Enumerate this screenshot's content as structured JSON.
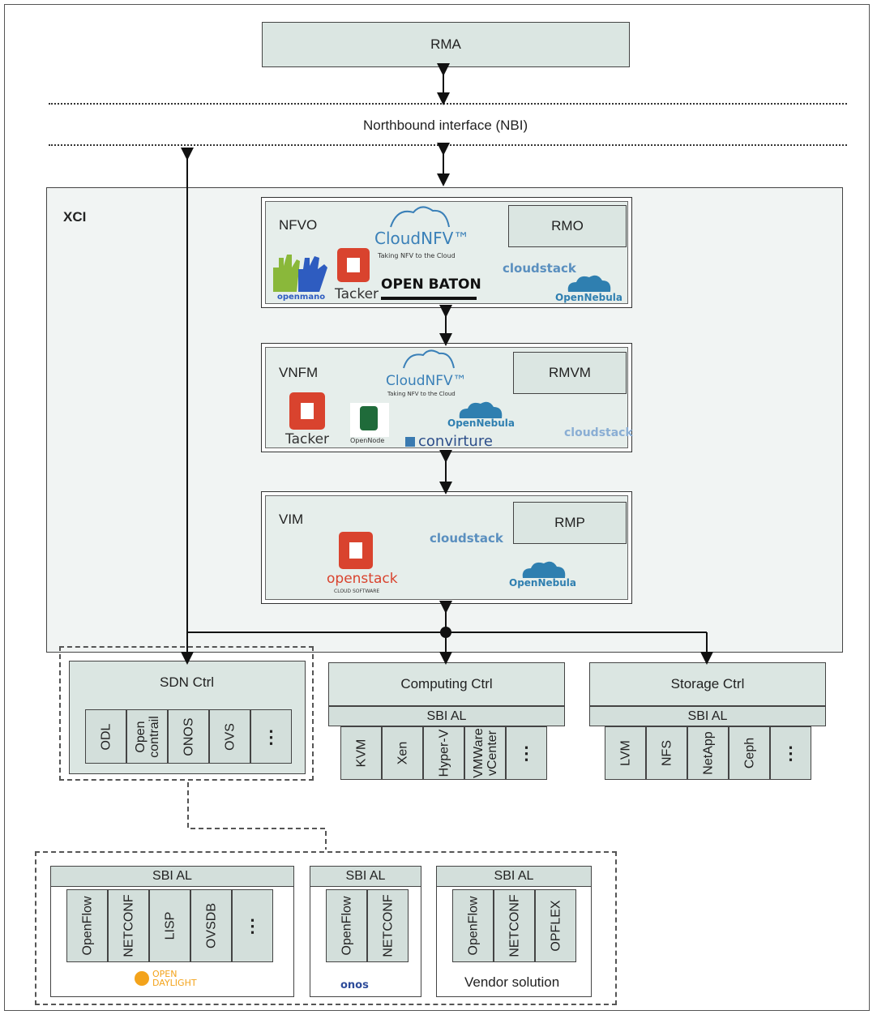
{
  "rma": "RMA",
  "nbi": "Northbound interface (NBI)",
  "xci": "XCI",
  "nfvo": {
    "title": "NFVO",
    "rm": "RMO",
    "logos": {
      "cloudnfv": "CloudNFV™",
      "cloudnfv_tag": "Taking NFV to the Cloud",
      "cloudstack": "cloudstack",
      "openmano": "openmano",
      "tacker": "Tacker",
      "openbaton": "OPEN BATON",
      "opennebula": "OpenNebula"
    }
  },
  "vnfm": {
    "title": "VNFM",
    "rm": "RMVM",
    "logos": {
      "cloudnfv": "CloudNFV™",
      "cloudnfv_tag": "Taking NFV to the Cloud",
      "tacker": "Tacker",
      "opennode": "OpenNode",
      "opennebula": "OpenNebula",
      "convirture": "convirture",
      "cloudstack": "cloudstack"
    }
  },
  "vim": {
    "title": "VIM",
    "rm": "RMP",
    "logos": {
      "cloudstack": "cloudstack",
      "openstack": "openstack",
      "openstack_tag": "CLOUD SOFTWARE",
      "opennebula": "OpenNebula"
    }
  },
  "sdn_ctrl": {
    "title": "SDN Ctrl",
    "items": [
      "ODL",
      "Open\ncontrail",
      "ONOS",
      "OVS",
      "⋮"
    ]
  },
  "computing_ctrl": {
    "title": "Computing Ctrl",
    "sbi": "SBI AL",
    "items": [
      "KVM",
      "Xen",
      "Hyper-V",
      "VMWare\nvCenter",
      "⋮"
    ]
  },
  "storage_ctrl": {
    "title": "Storage Ctrl",
    "sbi": "SBI AL",
    "items": [
      "LVM",
      "NFS",
      "NetApp",
      "Ceph",
      "⋮"
    ]
  },
  "southbound": {
    "odl": {
      "sbi": "SBI AL",
      "items": [
        "OpenFlow",
        "NETCONF",
        "LISP",
        "OVSDB",
        "⋮"
      ],
      "logo": "OPEN DAYLIGHT"
    },
    "onos": {
      "sbi": "SBI AL",
      "items": [
        "OpenFlow",
        "NETCONF"
      ],
      "logo": "onos"
    },
    "vendor": {
      "sbi": "SBI AL",
      "items": [
        "OpenFlow",
        "NETCONF",
        "OPFLEX"
      ],
      "label": "Vendor solution"
    }
  }
}
